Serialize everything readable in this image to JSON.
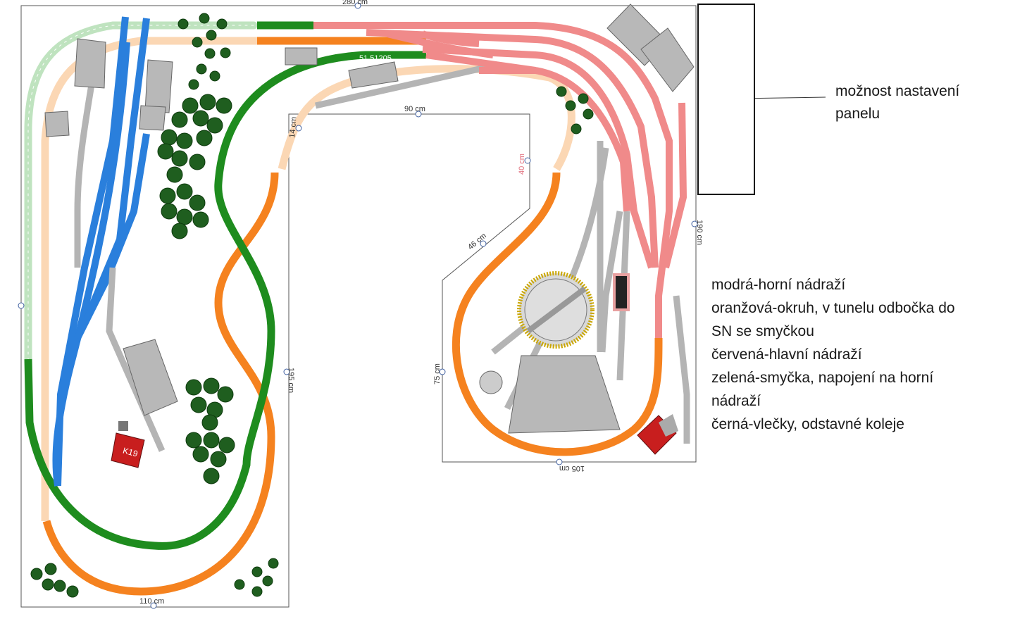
{
  "dimensions": {
    "top": "280 cm",
    "right": "190 cm",
    "left_vertical": "195 cm",
    "bottom_left": "110 cm",
    "bottom_right": "105 cm",
    "inner_top": "90 cm",
    "inner_left_short": "14 cm",
    "inner_red": "40 cm",
    "diagonal": "46 cm",
    "inner_right_vertical": "75 cm"
  },
  "track_labels": {
    "green_top": "51 51205"
  },
  "building_labels": {
    "kiosk": "K19"
  },
  "panel_note": {
    "line1": "možnost nastavení",
    "line2": "panelu"
  },
  "legend": [
    "modrá-horní nádraží",
    "oranžová-okruh, v tunelu odbočka do",
    "SN se smyčkou",
    "červená-hlavní nádraží",
    "zelená-smyčka, napojení na horní",
    "nádraží",
    "černá-vlečky, odstavné koleje"
  ],
  "colors": {
    "blue": "#2a7fdc",
    "orange": "#f5821f",
    "orange_light": "#fbd7b4",
    "red": "#f08a8a",
    "green": "#1e8c1e",
    "green_light": "#bfe3bf",
    "grey": "#b4b4b4",
    "tree": "#1f5e1f"
  }
}
